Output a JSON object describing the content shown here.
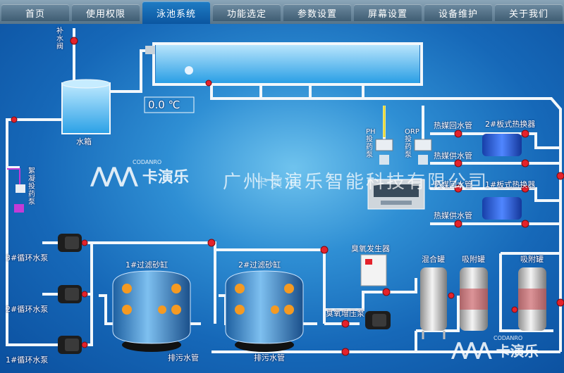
{
  "tabs": [
    "首页",
    "使用权限",
    "泳池系统",
    "功能选定",
    "参数设置",
    "屏幕设置",
    "设备维护",
    "关于我们"
  ],
  "active_tab": 2,
  "labels": {
    "supply_valve": "补水阀",
    "water_tank": "水箱",
    "pool_temperature": "0.0 ℃",
    "flocculant_dosing": "絮凝投药泵",
    "ph_dosing": "PH投药泵",
    "orp_dosing": "ORP投药泵",
    "hot_return_pipe": "热媒回水管",
    "hot_supply_pipe_1": "热媒供水管",
    "hot_return_pipe_2": "热媒回水管",
    "hot_supply_pipe_2": "热媒供水管",
    "plate_heat_exchanger_2": "2#板式热换器",
    "plate_heat_exchanger_1": "1#板式热换器",
    "pump_3": "3#循环水泵",
    "pump_2": "2#循环水泵",
    "pump_1": "1#循环水泵",
    "filter_1": "1#过滤砂缸",
    "filter_2": "2#过滤砂缸",
    "drain_1": "排污水管",
    "drain_2": "排污水管",
    "ozone_generator": "臭氧发生器",
    "ozone_booster": "臭氧增压泵",
    "mix_tank": "混合罐",
    "adsorb_tank_1": "吸附罐",
    "adsorb_tank_2": "吸附罐"
  },
  "watermark": {
    "company": "广州卡演乐智能科技有限公司",
    "center_text": "卡演乐",
    "brand": "卡演乐",
    "brand_en": "CODANRO"
  },
  "colors": {
    "pipe": "#f2f7fb",
    "valve": "#e4222b",
    "pump": "#222222",
    "tab_active": "#1066b4"
  }
}
